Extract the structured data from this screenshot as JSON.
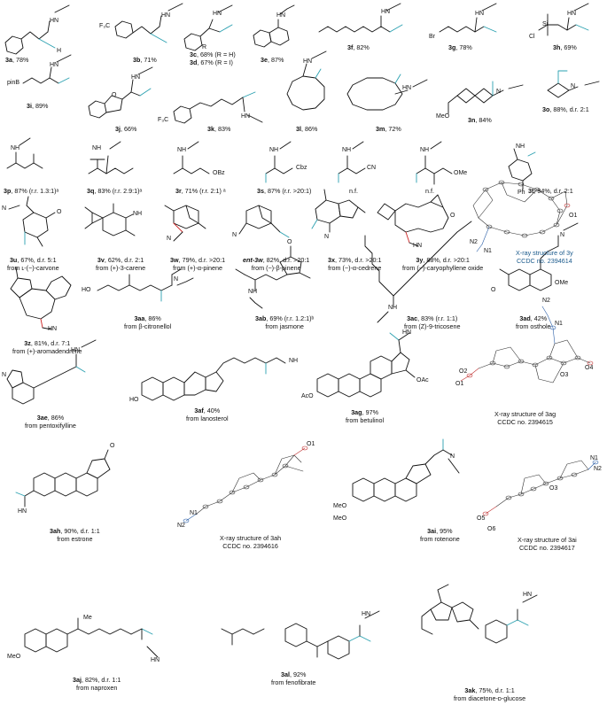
{
  "compounds": [
    {
      "id": "3a",
      "text": ", 78%",
      "src": ""
    },
    {
      "id": "3b",
      "text": ", 71%",
      "src": ""
    },
    {
      "id": "3c",
      "text": ", 68% (R = H)",
      "src": ""
    },
    {
      "id": "3d",
      "text": ", 67% (R = I)",
      "src": ""
    },
    {
      "id": "3e",
      "text": ", 87%",
      "src": ""
    },
    {
      "id": "3f",
      "text": ", 82%",
      "src": ""
    },
    {
      "id": "3g",
      "text": ", 78%",
      "src": ""
    },
    {
      "id": "3h",
      "text": ", 69%",
      "src": ""
    },
    {
      "id": "3i",
      "text": ", 89%",
      "src": ""
    },
    {
      "id": "3j",
      "text": ", 66%",
      "src": ""
    },
    {
      "id": "3k",
      "text": ", 83%",
      "src": ""
    },
    {
      "id": "3l",
      "text": ", 86%",
      "src": ""
    },
    {
      "id": "3m",
      "text": ", 72%",
      "src": ""
    },
    {
      "id": "3n",
      "text": ", 84%",
      "src": ""
    },
    {
      "id": "3o",
      "text": ", 88%, d.r. 2:1",
      "src": ""
    },
    {
      "id": "3p",
      "text": ", 87% (r.r. 1.3:1)ᵃ",
      "src": ""
    },
    {
      "id": "3q",
      "text": ", 83% (r.r. 2.9:1)ᵃ",
      "src": ""
    },
    {
      "id": "3r",
      "text": ", 71% (r.r. 2:1) ᵃ",
      "src": ""
    },
    {
      "id": "3s",
      "text": ", 87% (r.r. >20:1)",
      "src": ""
    },
    {
      "id": "nf1",
      "text": "n.f.",
      "src": ""
    },
    {
      "id": "nf2",
      "text": "n.f.",
      "src": ""
    },
    {
      "id": "3t",
      "text": ", 94%, d.r. 2:1",
      "src": ""
    },
    {
      "id": "3u",
      "text": ", 67%, d.r. 5:1",
      "src": "from ʟ-(−)-carvone"
    },
    {
      "id": "3v",
      "text": ", 62%, d.r. 2:1",
      "src": "from (+)-3-carene"
    },
    {
      "id": "3w",
      "text": ", 79%, d.r. >20:1",
      "src": "from (+)-α-pinene"
    },
    {
      "id": "ent-3w",
      "text": ", 82%, d.r. >20:1",
      "src": "from (−)-β-pinene"
    },
    {
      "id": "3x",
      "text": ", 73%, d.r. >20:1",
      "src": "from (−)-α-cedrene"
    },
    {
      "id": "3y",
      "text": ", 88%, d.r. >20:1",
      "src": "from (−)-caryophyllene oxide"
    },
    {
      "id": "3z",
      "text": ", 81%, d.r. 7:1",
      "src": "from (+)-aromadendrene"
    },
    {
      "id": "3aa",
      "text": ", 86%",
      "src": "from β-citronellol"
    },
    {
      "id": "3ab",
      "text": ", 69% (r.r. 1.2:1)ᵇ",
      "src": "from jasmone"
    },
    {
      "id": "3ac",
      "text": ", 83% (r.r. 1:1)",
      "src": "from (Z)-9-tricosene"
    },
    {
      "id": "3ad",
      "text": ", 42%",
      "src": "from osthole"
    },
    {
      "id": "3ae",
      "text": ", 86%",
      "src": "from pentoxifylline"
    },
    {
      "id": "3af",
      "text": ", 40%",
      "src": "from lanosterol"
    },
    {
      "id": "3ag",
      "text": ", 97%",
      "src": "from betulinol"
    },
    {
      "id": "3ah",
      "text": ", 90%, d.r. 1:1",
      "src": "from estrone"
    },
    {
      "id": "3ai",
      "text": ", 95%",
      "src": "from rotenone"
    },
    {
      "id": "3aj",
      "text": ", 82%, d.r. 1:1",
      "src": "from naproxen"
    },
    {
      "id": "3al",
      "text": ", 92%",
      "src": "from fenofibrate"
    },
    {
      "id": "3ak",
      "text": ", 75%, d.r. 1:1",
      "src": "from diacetone-ᴅ-glucose"
    }
  ],
  "xray": [
    {
      "title": "X-ray structure of 3y",
      "ccdc": "CCDC no. 2394614"
    },
    {
      "title": "X-ray structure of 3ag",
      "ccdc": "CCDC no. 2394615"
    },
    {
      "title": "X-ray structure of 3ah",
      "ccdc": "CCDC no. 2394616"
    },
    {
      "title": "X-ray structure of 3ai",
      "ccdc": "CCDC no. 2394617"
    }
  ],
  "atoms": {
    "HN": "HN",
    "NH": "NH",
    "N": "N",
    "H": "H",
    "R": "R",
    "F3C": "F₃C",
    "Br": "Br",
    "Cl": "Cl",
    "Si": "Si",
    "pinB": "pinB",
    "O": "O",
    "MeO": "MeO",
    "Ph": "Ph",
    "OBz": "OBz",
    "Cbz": "Cbz",
    "OMe": "OMe",
    "HO": "HO",
    "AcO": "AcO",
    "OAc": "OAc",
    "Me": "Me",
    "CN": "CN",
    "O1": "O1",
    "N1": "N1",
    "N2": "N2",
    "O2": "O2",
    "O3": "O3",
    "O4": "O4",
    "O5": "O5",
    "O6": "O6"
  }
}
